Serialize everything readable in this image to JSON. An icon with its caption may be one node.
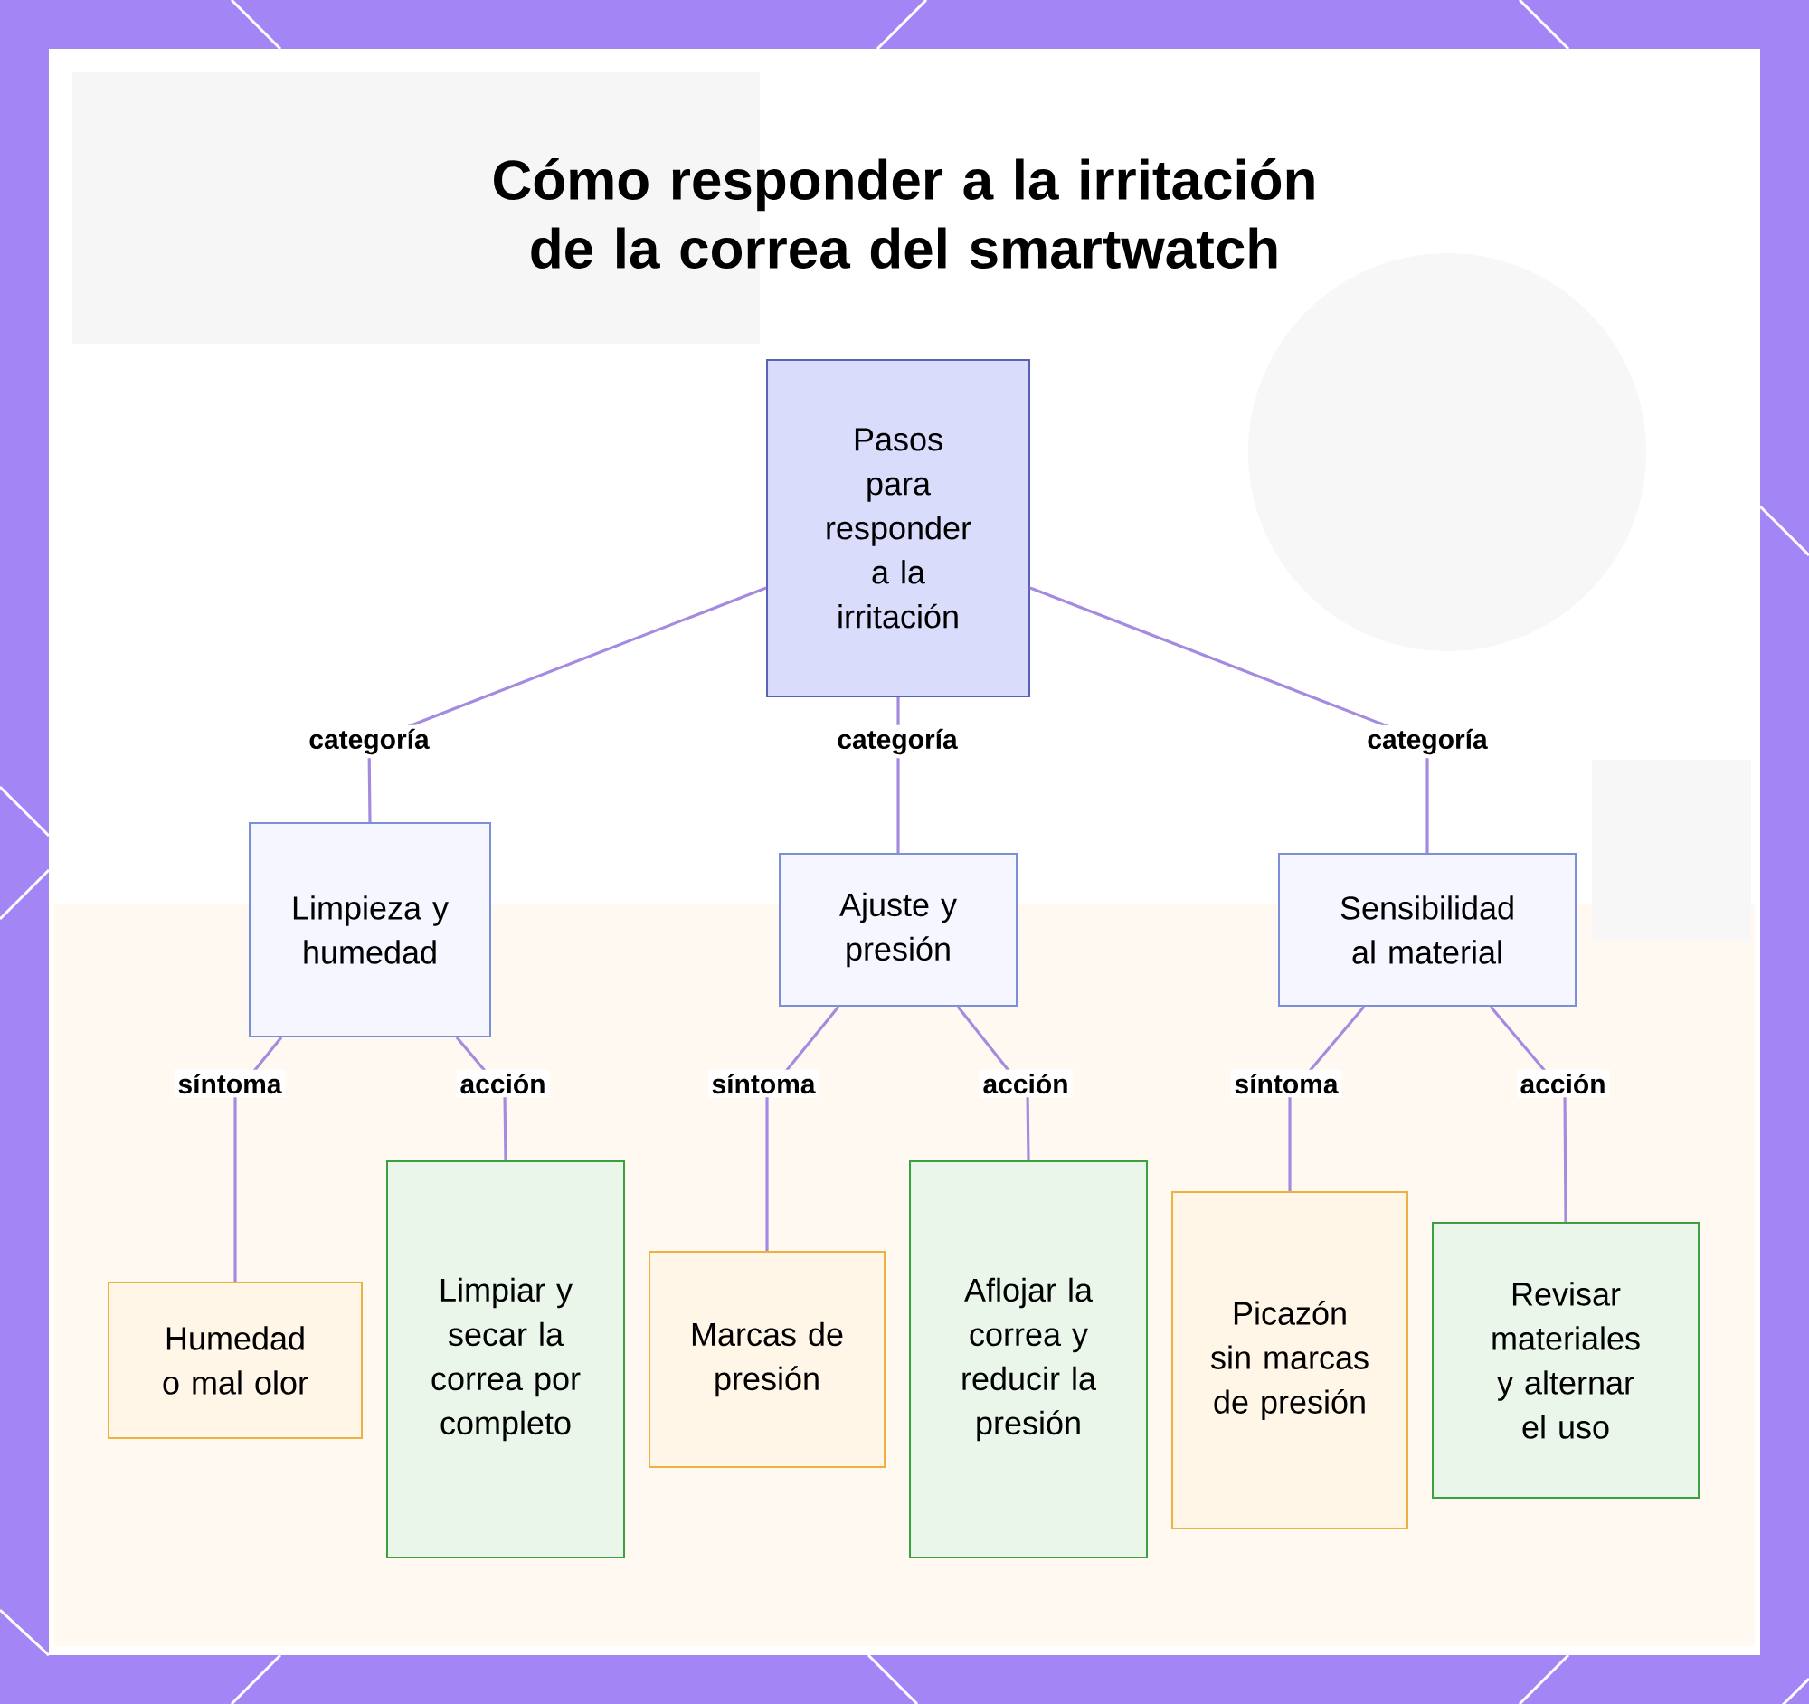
{
  "diagram": {
    "title": "Cómo responder a la irritación de la correa del smartwatch",
    "nodes": [
      {
        "text": [
          "Pasos para responder a la irritación"
        ]
      },
      {
        "text": [
          "Limpieza y humedad"
        ]
      },
      {
        "text": [
          "Ajuste y presión"
        ]
      },
      {
        "text": [
          "Sensibilidad al material"
        ]
      },
      {
        "text": [
          "Humedad o mal olor"
        ]
      },
      {
        "text": [
          "Limpiar y secar la correa por completo"
        ]
      },
      {
        "text": [
          "Marcas de presión"
        ]
      },
      {
        "text": [
          "Aflojar la correa y reducir la presión"
        ]
      },
      {
        "text": [
          "Picazón sin marcas de presión"
        ]
      },
      {
        "text": [
          "Revisar materiales y alternar el uso"
        ]
      }
    ],
    "edges": [
      {
        "from": 0,
        "to": 1,
        "arrow": "none",
        "label": "categoría"
      },
      {
        "from": 0,
        "to": 2,
        "arrow": "none",
        "label": "categoría"
      },
      {
        "from": 0,
        "to": 3,
        "arrow": "none",
        "label": "categoría"
      },
      {
        "from": 1,
        "to": 4,
        "arrow": "none",
        "label": "síntoma"
      },
      {
        "from": 1,
        "to": 5,
        "arrow": "none",
        "label": "acción"
      },
      {
        "from": 2,
        "to": 6,
        "arrow": "none",
        "label": "síntoma"
      },
      {
        "from": 2,
        "to": 7,
        "arrow": "none",
        "label": "acción"
      },
      {
        "from": 3,
        "to": 8,
        "arrow": "none",
        "label": "síntoma"
      },
      {
        "from": 3,
        "to": 9,
        "arrow": "none",
        "label": "acción"
      }
    ]
  }
}
